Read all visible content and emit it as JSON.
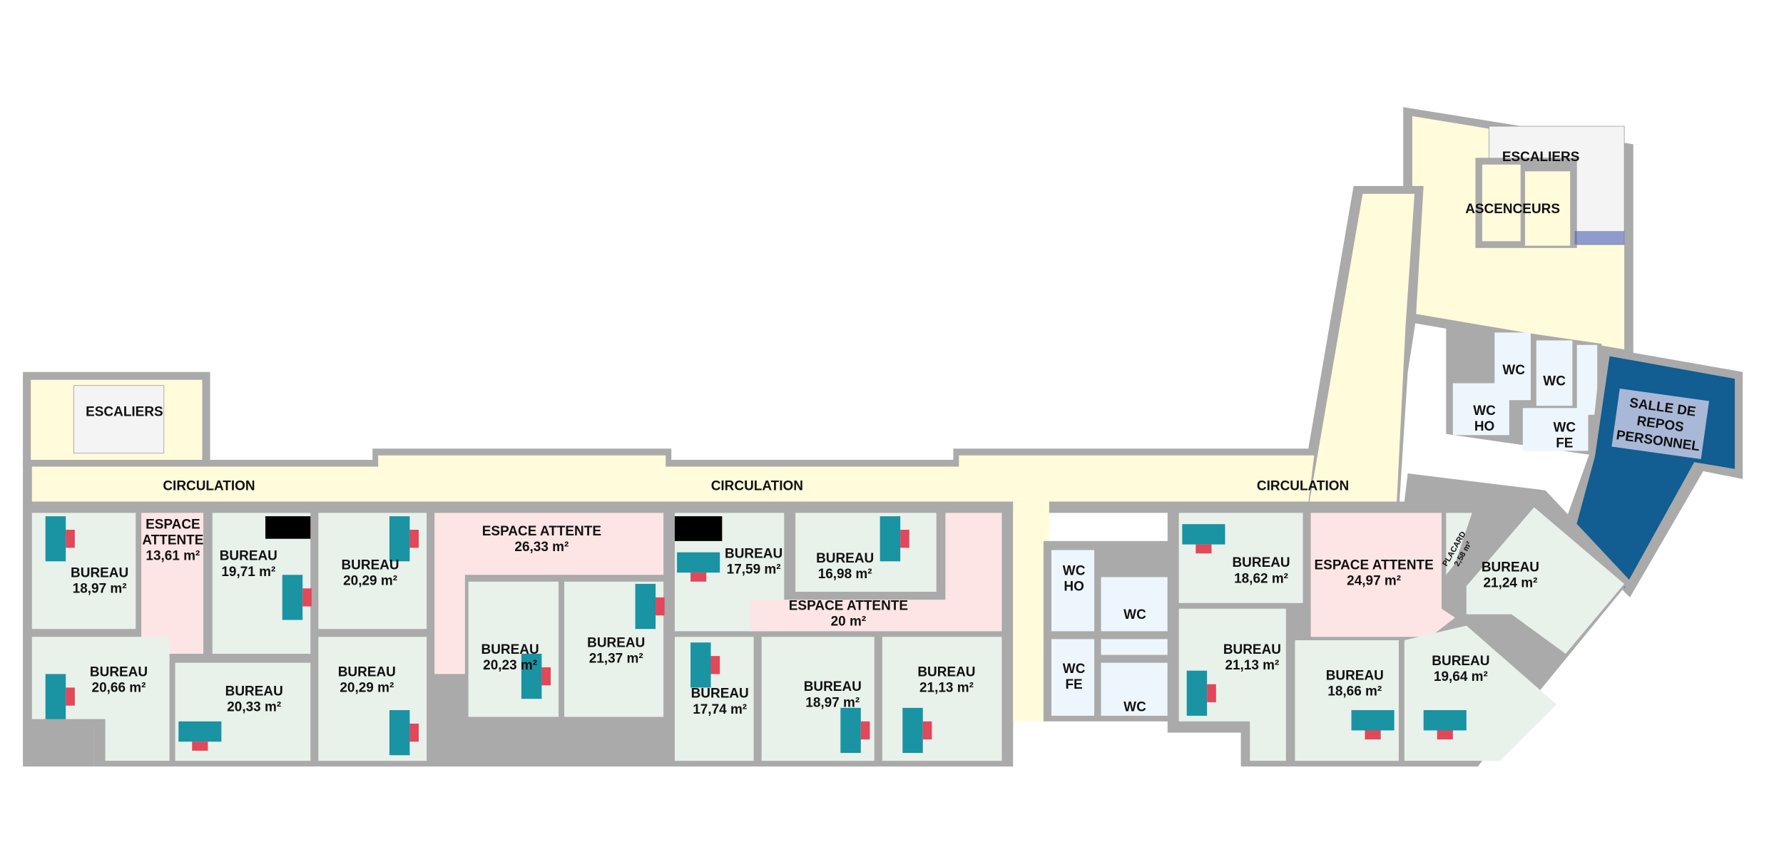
{
  "colors": {
    "wall": "#aaaaaa",
    "office": "#e8f1ea",
    "waiting_area": "#fde5e5",
    "circulation": "#fffbdb",
    "wc": "#eef6fd",
    "staff_room": "#125d91",
    "staff_room_label": "#a9b8d6",
    "desk": "#1a93a3",
    "chair": "#e2475a"
  },
  "circulation": [
    "CIRCULATION",
    "CIRCULATION",
    "CIRCULATION"
  ],
  "stairs_left": "ESCALIERS",
  "core": {
    "stairs": "ESCALIERS",
    "elevators": "ASCENCEURS"
  },
  "rooms": [
    {
      "name": "BUREAU",
      "area": "18,97 m²"
    },
    {
      "name": "ESPACE",
      "name2": "ATTENTE",
      "area": "13,61 m²"
    },
    {
      "name": "BUREAU",
      "area": "19,71 m²"
    },
    {
      "name": "BUREAU",
      "area": "20,29 m²"
    },
    {
      "name": "ESPACE ATTENTE",
      "area": "26,33 m²"
    },
    {
      "name": "BUREAU",
      "area": "20,23 m²"
    },
    {
      "name": "BUREAU",
      "area": "21,37 m²"
    },
    {
      "name": "BUREAU",
      "area": "20,66 m²"
    },
    {
      "name": "BUREAU",
      "area": "20,33 m²"
    },
    {
      "name": "BUREAU",
      "area": "20,29 m²"
    },
    {
      "name": "BUREAU",
      "area": "17,59 m²"
    },
    {
      "name": "BUREAU",
      "area": "16,98 m²"
    },
    {
      "name": "ESPACE ATTENTE",
      "area": "20 m²"
    },
    {
      "name": "BUREAU",
      "area": "17,74 m²"
    },
    {
      "name": "BUREAU",
      "area": "18,97 m²"
    },
    {
      "name": "BUREAU",
      "area": "21,13 m²"
    },
    {
      "name": "WC",
      "name2": "HO"
    },
    {
      "name": "WC"
    },
    {
      "name": "WC",
      "name2": "FE"
    },
    {
      "name": "WC"
    },
    {
      "name": "BUREAU",
      "area": "18,62 m²"
    },
    {
      "name": "BUREAU",
      "area": "21,13 m²"
    },
    {
      "name": "ESPACE ATTENTE",
      "area": "24,97 m²"
    },
    {
      "name": "PLACARD",
      "area": "2,58 m²"
    },
    {
      "name": "BUREAU",
      "area": "21,24 m²"
    },
    {
      "name": "BUREAU",
      "area": "18,66 m²"
    },
    {
      "name": "BUREAU",
      "area": "19,64 m²"
    },
    {
      "name": "WC"
    },
    {
      "name": "WC"
    },
    {
      "name": "WC",
      "name2": "HO"
    },
    {
      "name": "WC",
      "name2": "FE"
    }
  ],
  "staff_room": {
    "line1": "SALLE DE",
    "line2": "REPOS",
    "line3": "PERSONNEL"
  }
}
